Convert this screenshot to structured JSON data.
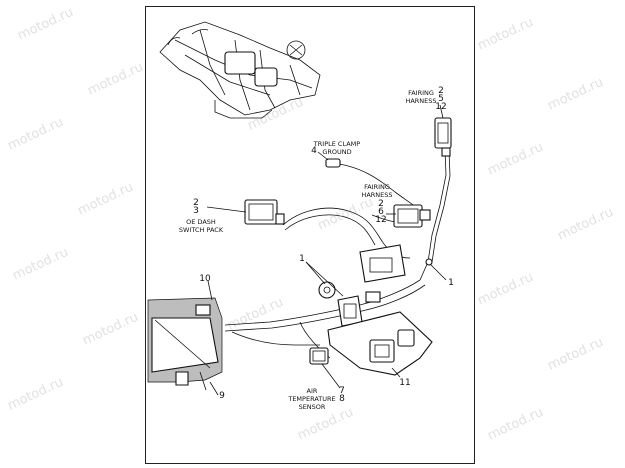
{
  "watermark": "motod.ru",
  "callouts": {
    "fairing_top": {
      "label_line1": "FAIRING",
      "label_line2": "HARNESS",
      "n1": "2",
      "n2": "5",
      "n3": "12"
    },
    "triple_clamp": {
      "label_line1": "TRIPLE CLAMP",
      "label_line2": "GROUND",
      "n": "4"
    },
    "fairing_mid": {
      "label_line1": "FAIRING",
      "label_line2": "HARNESS",
      "n1": "2",
      "n2": "6",
      "n3": "12"
    },
    "oe_dash": {
      "label_line1": "OE DASH",
      "label_line2": "SWITCH PACK",
      "n1": "2",
      "n2": "3"
    },
    "one_left": "1",
    "one_right": "1",
    "ten": "10",
    "nine": "9",
    "air_temp": {
      "label_line1": "AIR",
      "label_line2": "TEMPERATURE",
      "label_line3": "SENSOR",
      "n1": "7",
      "n2": "8"
    },
    "eleven": "11"
  }
}
